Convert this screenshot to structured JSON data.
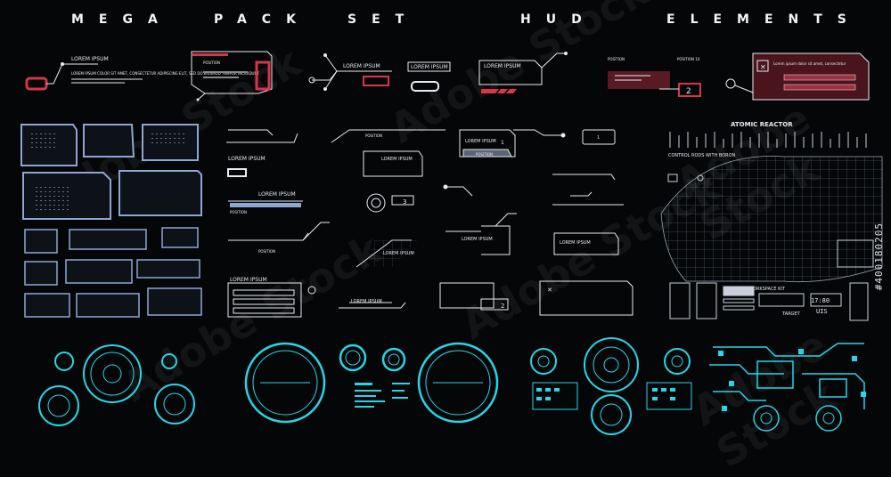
{
  "title_words": [
    "MEGA",
    "PACK",
    "SET",
    "HUD",
    "ELEMENTS"
  ],
  "watermarks": [
    "Adobe Stock",
    "Adobe Stock",
    "Adobe Stock",
    "Adobe Stock",
    "Adobe Stock",
    "Adobe Stock"
  ],
  "stock_id": "#400180205",
  "labels": {
    "lorem": "LOREM IPSUM",
    "position": "POSITION",
    "lorem_body": "LOREM IPSUM COLOR SIT AMET, CONSECTETUR ADIPISCING ELIT, SED DO EIUSMOD TEMPOR INCIDIDUNT",
    "lorem_small": "Lorem ipsum dolor sit amet, consectetur",
    "position_num": "POSITION 10",
    "num_1": "1",
    "num_2": "2",
    "num_3": "3",
    "atomic_reactor": "ATOMIC REACTOR",
    "control_rods": "CONTROL RODS WITH BORON",
    "workspace": "WORKSPACE KIT",
    "target": "TARGET",
    "clock": "17:80",
    "readout": "UIS"
  },
  "colors": {
    "accent_red": "#d8344a",
    "frame_blue": "#8fa5d6",
    "cyan": "#26d6e6",
    "background": "#050607"
  }
}
